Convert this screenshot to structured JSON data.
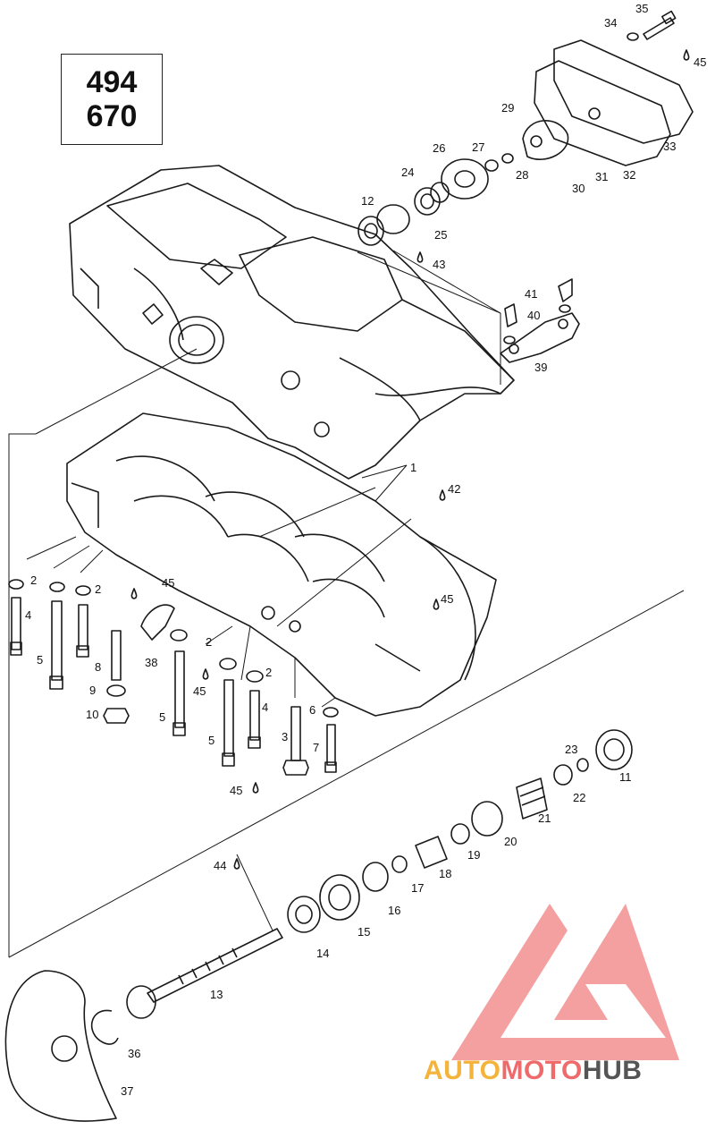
{
  "model_box": {
    "line1": "494",
    "line2": "670"
  },
  "callouts": [
    "1",
    "2",
    "3",
    "4",
    "5",
    "6",
    "7",
    "8",
    "9",
    "10",
    "11",
    "12",
    "13",
    "14",
    "15",
    "16",
    "17",
    "18",
    "19",
    "20",
    "21",
    "22",
    "23",
    "24",
    "25",
    "26",
    "27",
    "28",
    "29",
    "30",
    "31",
    "32",
    "33",
    "34",
    "35",
    "36",
    "37",
    "38",
    "39",
    "40",
    "41",
    "42",
    "43",
    "44",
    "45"
  ],
  "watermark": {
    "part1": "AUTO",
    "part2": "MOTO",
    "part3": "HUB"
  },
  "colors": {
    "line": "#1a1a1a",
    "watermark_red": "#f08080",
    "watermark_orange": "#f4b33a",
    "watermark_gray": "#555555"
  }
}
